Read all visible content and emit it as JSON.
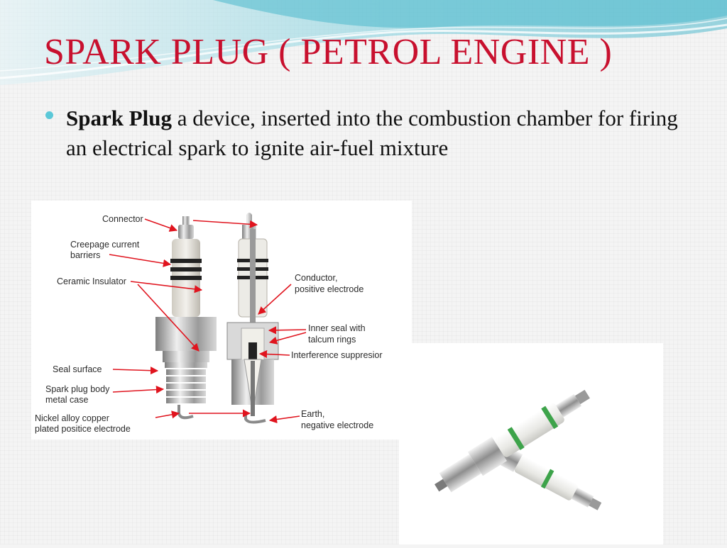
{
  "slide": {
    "title": "SPARK PLUG ( PETROL ENGINE )",
    "bullet": {
      "term": "Spark Plug",
      "definition": " a device, inserted into the combustion chamber for firing an electrical spark to ignite air-fuel mixture"
    }
  },
  "diagram": {
    "labels": {
      "connector": "Connector",
      "creepage_1": "Creepage current",
      "creepage_2": "barriers",
      "ceramic": "Ceramic Insulator",
      "seal_surface": "Seal surface",
      "body_1": "Spark plug body",
      "body_2": "metal case",
      "nickel_1": "Nickel alloy copper",
      "nickel_2": "plated positice electrode",
      "conductor_1": "Conductor,",
      "conductor_2": "positive electrode",
      "inner_seal_1": "Inner seal with",
      "inner_seal_2": "talcum rings",
      "interference": "Interference suppresior",
      "earth_1": "Earth,",
      "earth_2": "negative electrode"
    }
  },
  "colors": {
    "title": "#c8102e",
    "bullet": "#5bc8d8",
    "arrow": "#e0141e",
    "wave": "#6fc6d6"
  }
}
